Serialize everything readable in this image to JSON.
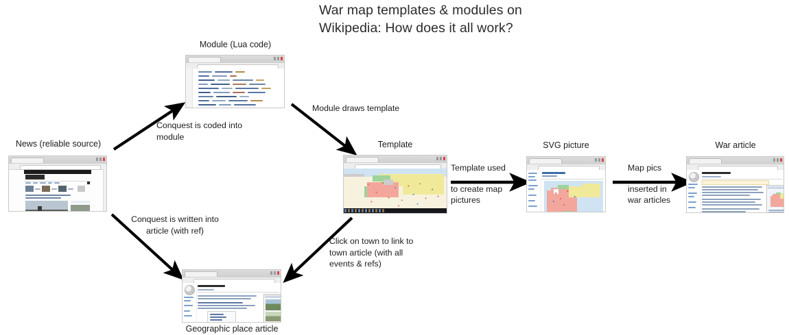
{
  "title": "War map templates & modules on\nWikipedia: How does it all work?",
  "nodes": {
    "news": {
      "caption": "News (reliable source)"
    },
    "module": {
      "caption": "Module  (Lua code)"
    },
    "template": {
      "caption": "Template"
    },
    "svg_picture": {
      "caption": "SVG picture"
    },
    "war_article": {
      "caption": "War article"
    },
    "geo_article": {
      "caption": "Geographic place article"
    }
  },
  "edges": {
    "news_to_module": {
      "label": "Conquest is coded into\nmodule"
    },
    "module_to_template": {
      "label": "Module draws template"
    },
    "template_to_svg": {
      "label": "Template used\n\nto create map\npictures"
    },
    "svg_to_war_article": {
      "label": "Map pics\n\ninserted in\nwar articles"
    },
    "news_to_geo_article": {
      "label": "Conquest is written into\narticle (with ref)"
    },
    "template_to_geo_article": {
      "label": "Click on town to link to\ntown article (with all\nevents & refs)"
    }
  },
  "colors": {
    "text": "#1c1c1c",
    "arrow": "#000000",
    "map_yellow": "#f0e99a",
    "map_green": "#9fd39b",
    "map_red": "#f3a79c",
    "map_sea": "#cfe3f2",
    "map_land": "#f7f2de"
  }
}
